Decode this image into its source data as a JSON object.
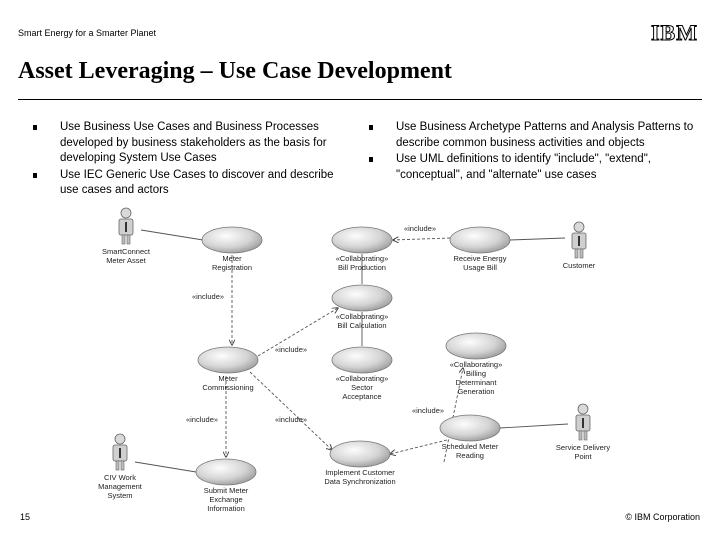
{
  "header": {
    "text": "Smart Energy for a Smarter Planet",
    "logo": "IBM"
  },
  "title": "Asset Leveraging – Use Case Development",
  "bullets_left": [
    "Use Business Use Cases and Business Processes developed by business stakeholders as the basis for developing System Use Cases",
    "Use IEC Generic Use Cases to discover and describe use cases and actors"
  ],
  "bullets_right": [
    "Use Business Archetype Patterns and Analysis Patterns to describe common business activities and objects",
    "Use UML definitions to identify \"include\", \"extend\", \"conceptual\", and \"alternate\" use cases"
  ],
  "diagram": {
    "actors": [
      {
        "id": "a1",
        "lines": [
          "SmartConnect",
          "Meter Asset"
        ]
      },
      {
        "id": "a2",
        "lines": [
          "Customer"
        ]
      },
      {
        "id": "a3",
        "lines": [
          "Service Delivery",
          "Point"
        ]
      },
      {
        "id": "a4",
        "lines": [
          "CIV Work",
          "Management",
          "System"
        ]
      }
    ],
    "usecases": [
      {
        "id": "u1",
        "lines": [
          "Meter",
          "Registration"
        ]
      },
      {
        "id": "u2",
        "lines": [
          "«Collaborating»",
          "Bill Production"
        ]
      },
      {
        "id": "u3",
        "lines": [
          "Receive Energy",
          "Usage Bill"
        ]
      },
      {
        "id": "u4",
        "lines": [
          "«Collaborating»",
          "Bill Calculation"
        ]
      },
      {
        "id": "u5",
        "lines": [
          "Meter",
          "Commissioning"
        ]
      },
      {
        "id": "u6",
        "lines": [
          "«Collaborating»",
          "Sector",
          "Acceptance"
        ]
      },
      {
        "id": "u7",
        "lines": [
          "«Collaborating»",
          "Billing",
          "Determinant",
          "Generation"
        ]
      },
      {
        "id": "u8",
        "lines": [
          "Scheduled Meter",
          "Reading"
        ]
      },
      {
        "id": "u9",
        "lines": [
          "Implement Customer",
          "Data Synchronization"
        ]
      },
      {
        "id": "u10",
        "lines": [
          "Submit Meter",
          "Exchange",
          "Information"
        ]
      }
    ],
    "include_label": "«include»"
  },
  "footer": {
    "page_number": "15",
    "corporation": "© IBM Corporation"
  }
}
